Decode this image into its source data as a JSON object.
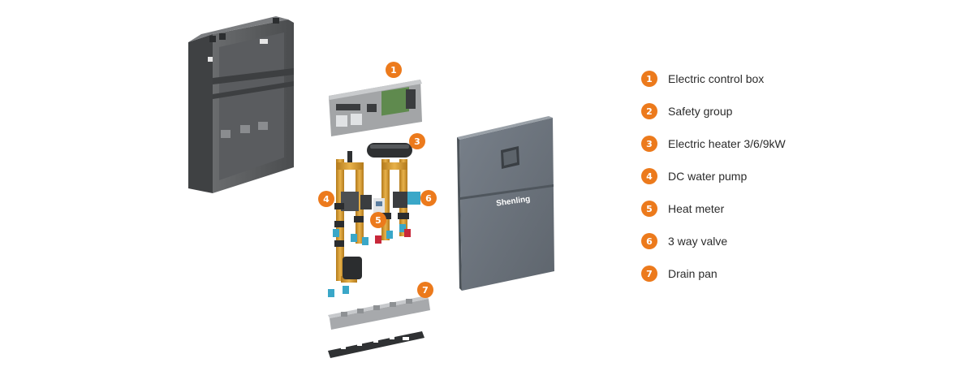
{
  "theme": {
    "accent": "#ec7a1c",
    "frame": "#56585a",
    "panel": "#6c737b",
    "brass": "#d49a2c",
    "text": "#2b2b2b"
  },
  "cover": {
    "brand": "Shenling"
  },
  "components": [
    {
      "number": "1",
      "label": "Electric control box"
    },
    {
      "number": "2",
      "label": "Safety group"
    },
    {
      "number": "3",
      "label": "Electric heater 3/6/9kW"
    },
    {
      "number": "4",
      "label": "DC water pump"
    },
    {
      "number": "5",
      "label": "Heat meter"
    },
    {
      "number": "6",
      "label": "3 way valve"
    },
    {
      "number": "7",
      "label": "Drain pan"
    }
  ]
}
